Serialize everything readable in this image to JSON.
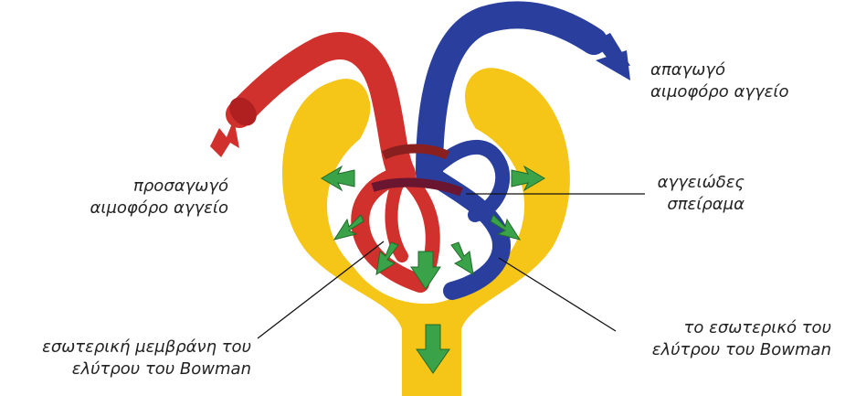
{
  "labels": {
    "efferent": {
      "line1": "απαγωγό",
      "line2": "αιμοφόρο αγγείο"
    },
    "afferent": {
      "line1": "προσαγωγό",
      "line2": "αιμοφόρο αγγείο"
    },
    "glomerulus": {
      "line1": "αγγειώδες",
      "line2": "σπείραμα"
    },
    "inner_membrane": {
      "line1": "εσωτερική μεμβράνη του",
      "line2": "ελύτρου του Bowman"
    },
    "capsule_interior": {
      "line1": "το εσωτερικό του",
      "line2": "ελύτρου του Bowman"
    }
  },
  "colors": {
    "capsule": "#F5C518",
    "afferent_vessel": "#D0312D",
    "efferent_vessel": "#2A3F9D",
    "filtration_arrow": "#3AA34A",
    "space": "#ffffff",
    "leader_line": "#111111"
  }
}
